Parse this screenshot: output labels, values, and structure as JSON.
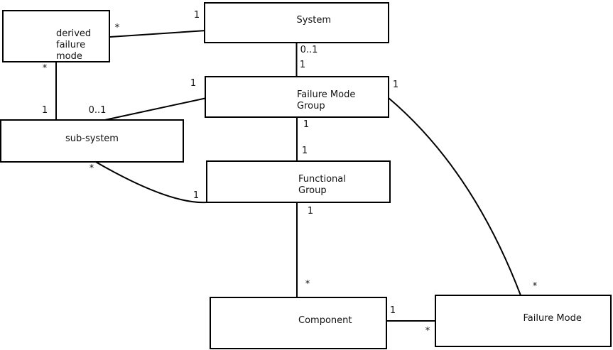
{
  "diagram": {
    "kind": "class-association-diagram",
    "colors": {
      "background": "#ffffff",
      "line": "#000000",
      "box_fill": "#ffffff",
      "text": "#111111"
    },
    "entities": {
      "derived_failure_mode": {
        "label": "derived\nfailure\nmode"
      },
      "system": {
        "label": "System"
      },
      "failure_mode_group": {
        "label": "Failure Mode\nGroup"
      },
      "sub_system": {
        "label": "sub-system"
      },
      "functional_group": {
        "label": "Functional\nGroup"
      },
      "component": {
        "label": "Component"
      },
      "failure_mode": {
        "label": "Failure Mode"
      }
    },
    "relationships": [
      {
        "from": "derived failure mode",
        "to": "System",
        "from_card": "*",
        "to_card": "1"
      },
      {
        "from": "derived failure mode",
        "to": "sub-system",
        "from_card": "*",
        "to_card": "1"
      },
      {
        "from": "sub-system",
        "to": "Failure Mode Group",
        "from_card": "0..1",
        "to_card": "1"
      },
      {
        "from": "System",
        "to": "Failure Mode Group",
        "from_card": "0..1",
        "to_card": "1"
      },
      {
        "from": "Failure Mode Group",
        "to": "Functional Group",
        "from_card": "1",
        "to_card": "1"
      },
      {
        "from": "sub-system",
        "to": "Functional Group",
        "from_card": "*",
        "to_card": "1"
      },
      {
        "from": "Functional Group",
        "to": "Component",
        "from_card": "1",
        "to_card": "*"
      },
      {
        "from": "Component",
        "to": "Failure Mode",
        "from_card": "1",
        "to_card": "*"
      },
      {
        "from": "Failure Mode Group",
        "to": "Failure Mode",
        "from_card": "1",
        "to_card": "*"
      }
    ]
  }
}
